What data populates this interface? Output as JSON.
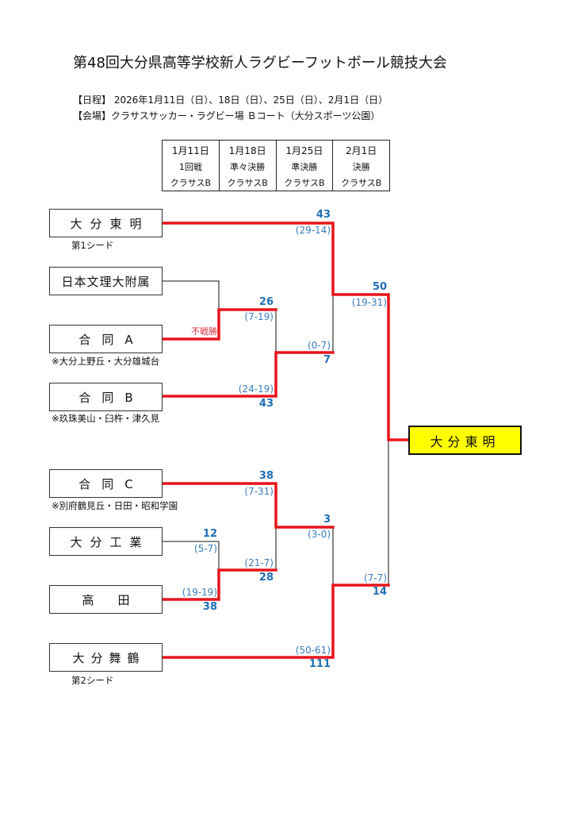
{
  "title": "第48回大分県高等学校新人ラグビーフットボール競技大会",
  "schedule_line": "【日程】 2026年1月11日（日）、18日（日）、25日（日）、2月1日（日）",
  "venue_line": "【会場】クラサスサッカー・ラグビー場 Ｂコート（大分スポーツ公園）",
  "rounds": [
    {
      "date": "1月11日",
      "name": "1回戦",
      "venue": "クラサスB"
    },
    {
      "date": "1月18日",
      "name": "準々決勝",
      "venue": "クラサスB"
    },
    {
      "date": "1月25日",
      "name": "準決勝",
      "venue": "クラサスB"
    },
    {
      "date": "2月1日",
      "name": "決勝",
      "venue": "クラサスB"
    }
  ],
  "teams": [
    {
      "name": "大分東明",
      "note": "第1シード"
    },
    {
      "name": "日本文理大附属",
      "note": ""
    },
    {
      "name": "合同A",
      "note": "※大分上野丘・大分雄城台"
    },
    {
      "name": "合同B",
      "note": "※玖珠美山・臼杵・津久見"
    },
    {
      "name": "合同C",
      "note": "※別府鶴見丘・日田・昭和学園"
    },
    {
      "name": "大分工業",
      "note": ""
    },
    {
      "name": "高田",
      "note": ""
    },
    {
      "name": "大分舞鶴",
      "note": "第2シード"
    }
  ],
  "matches": {
    "r1_a": {
      "walkover_label": "不戦勝",
      "winner": "合同A"
    },
    "r1_b": {
      "top": {
        "score": "12",
        "halves": "(5-7)"
      },
      "bottom": {
        "score": "38",
        "halves": "(19-19)"
      },
      "winner": "高田"
    },
    "qf_a": {
      "top": {
        "score": "26",
        "halves": "(7-19)"
      },
      "bottom": {
        "score": "43",
        "halves": "(24-19)"
      },
      "winner": "合同B"
    },
    "qf_b": {
      "top": {
        "score": "38",
        "halves": "(7-31)"
      },
      "bottom": {
        "score": "28",
        "halves": "(21-7)"
      },
      "winner": "合同C"
    },
    "sf_a": {
      "top": {
        "score": "43",
        "halves": "(29-14)"
      },
      "bottom": {
        "score": "7",
        "halves": "(0-7)"
      },
      "winner": "大分東明"
    },
    "sf_b": {
      "top": {
        "score": "3",
        "halves": "(3-0)"
      },
      "bottom": {
        "score": "111",
        "halves": "(50-61)"
      },
      "winner": "大分舞鶴"
    },
    "final": {
      "top": {
        "score": "50",
        "halves": "(19-31)"
      },
      "bottom": {
        "score": "14",
        "halves": "(7-7)"
      },
      "winner": "大分東明"
    }
  },
  "champion": "大分東明",
  "colors": {
    "winner_line": "#e8141b",
    "loser_line": "#444444",
    "score": "#1f6fb5",
    "halves": "#3a7dbb",
    "champion_fill": "#ffff00"
  }
}
